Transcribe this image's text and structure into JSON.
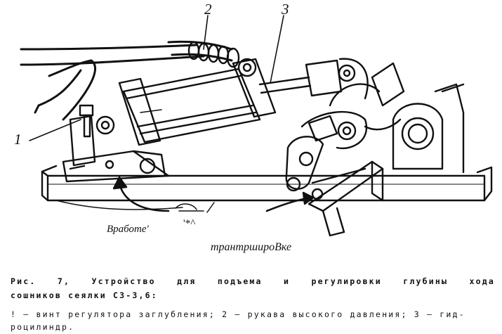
{
  "figure": {
    "callouts": {
      "label_1": "1",
      "label_2": "2",
      "label_3": "3"
    },
    "annotations": {
      "work_position": "Вработе'",
      "noise_marks": "'*^",
      "transport_position": "трантршироВке"
    }
  },
  "caption": {
    "title_line_1": "Рис.  7,  Устройство   для  подъема  и  регулировки   глубины  хода",
    "title_line_2": "сошников  сеялки  СЗ-3,6:",
    "legend_line_1": "! — винт регулятора заглубления;  2 — рукава  высокого давления;  3 — гид-",
    "legend_line_2": "роцилиндр."
  }
}
